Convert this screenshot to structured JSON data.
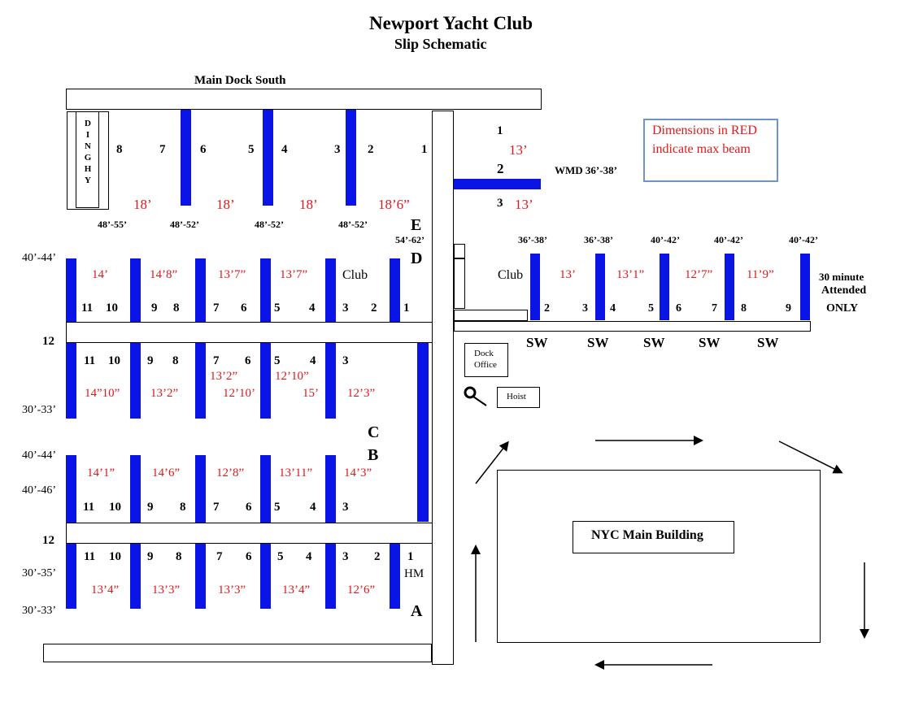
{
  "title": "Newport Yacht Club",
  "subtitle": "Slip Schematic",
  "main_dock_label": "Main Dock South",
  "dinghy_label": "DINGHY",
  "legend": {
    "line1": "Dimensions in RED",
    "line2": "indicate max beam"
  },
  "wmd_label": "WMD 36’-38’",
  "dock_labels": {
    "E": "E",
    "D": "D",
    "C": "C",
    "B": "B",
    "A": "A"
  },
  "top_row": {
    "numbers": [
      "8",
      "7",
      "6",
      "5",
      "4",
      "3",
      "2",
      "1"
    ],
    "beams": [
      "18’",
      "18’",
      "18’",
      "18’6”"
    ],
    "lengths": [
      "48’-55’",
      "48’-52’",
      "48’-52’",
      "48’-52’"
    ],
    "e_length": "54’-62’"
  },
  "right_top": {
    "numbers": [
      "1",
      "2",
      "3"
    ],
    "beams": [
      "13’",
      "13’"
    ]
  },
  "dock_d_west": {
    "length": "40’-44’",
    "numbers": [
      "11",
      "10",
      "9",
      "8",
      "7",
      "6",
      "5",
      "4",
      "3",
      "2",
      "1"
    ],
    "beams": [
      "14’",
      "14’8”",
      "13’7”",
      "13’7”"
    ],
    "club": "Club"
  },
  "dock_d_east": {
    "lengths": [
      "36’-38’",
      "36’-38’",
      "40’-42’",
      "40’-42’",
      "40’-42’"
    ],
    "club": "Club",
    "beams": [
      "13’",
      "13’1”",
      "12’7”",
      "11’9”"
    ],
    "numbers": [
      "2",
      "3",
      "4",
      "5",
      "6",
      "7",
      "8",
      "9"
    ],
    "note_line1": "30 minute",
    "note_line2": "Attended",
    "note_line3": "ONLY",
    "sw_labels": [
      "SW",
      "SW",
      "SW",
      "SW",
      "SW"
    ]
  },
  "dock_c": {
    "number_12": "12",
    "length_bottom": "30’-33’",
    "numbers": [
      "11",
      "10",
      "9",
      "8",
      "7",
      "6",
      "5",
      "4",
      "3"
    ],
    "beams_upper": [
      "13’2”",
      "12’10”"
    ],
    "beams_lower": [
      "14”10”",
      "13’2”",
      "12’10’",
      "15’",
      "12’3”"
    ]
  },
  "dock_b": {
    "lengths": [
      "40’-44’",
      "40’-46’"
    ],
    "beams": [
      "14’1”",
      "14’6”",
      "12’8”",
      "13’11”",
      "14’3”"
    ],
    "numbers": [
      "11",
      "10",
      "9",
      "8",
      "7",
      "6",
      "5",
      "4",
      "3"
    ]
  },
  "dock_a": {
    "number_12": "12",
    "numbers": [
      "11",
      "10",
      "9",
      "8",
      "7",
      "6",
      "5",
      "4",
      "3",
      "2",
      "1"
    ],
    "hm": "HM",
    "lengths": [
      "30’-35’",
      "30’-33’"
    ],
    "beams": [
      "13’4”",
      "13’3”",
      "13’3”",
      "13’4”",
      "12’6”"
    ]
  },
  "buildings": {
    "dock_office_line1": "Dock",
    "dock_office_line2": "Office",
    "hoist": "Hoist",
    "main_building": "NYC Main Building"
  },
  "icons": [
    "magnifier-icon",
    "arrow-icon"
  ],
  "colors": {
    "posts": "#0a14e6",
    "beam_text": "#e0191b",
    "legend_border": "#6f94c8"
  }
}
